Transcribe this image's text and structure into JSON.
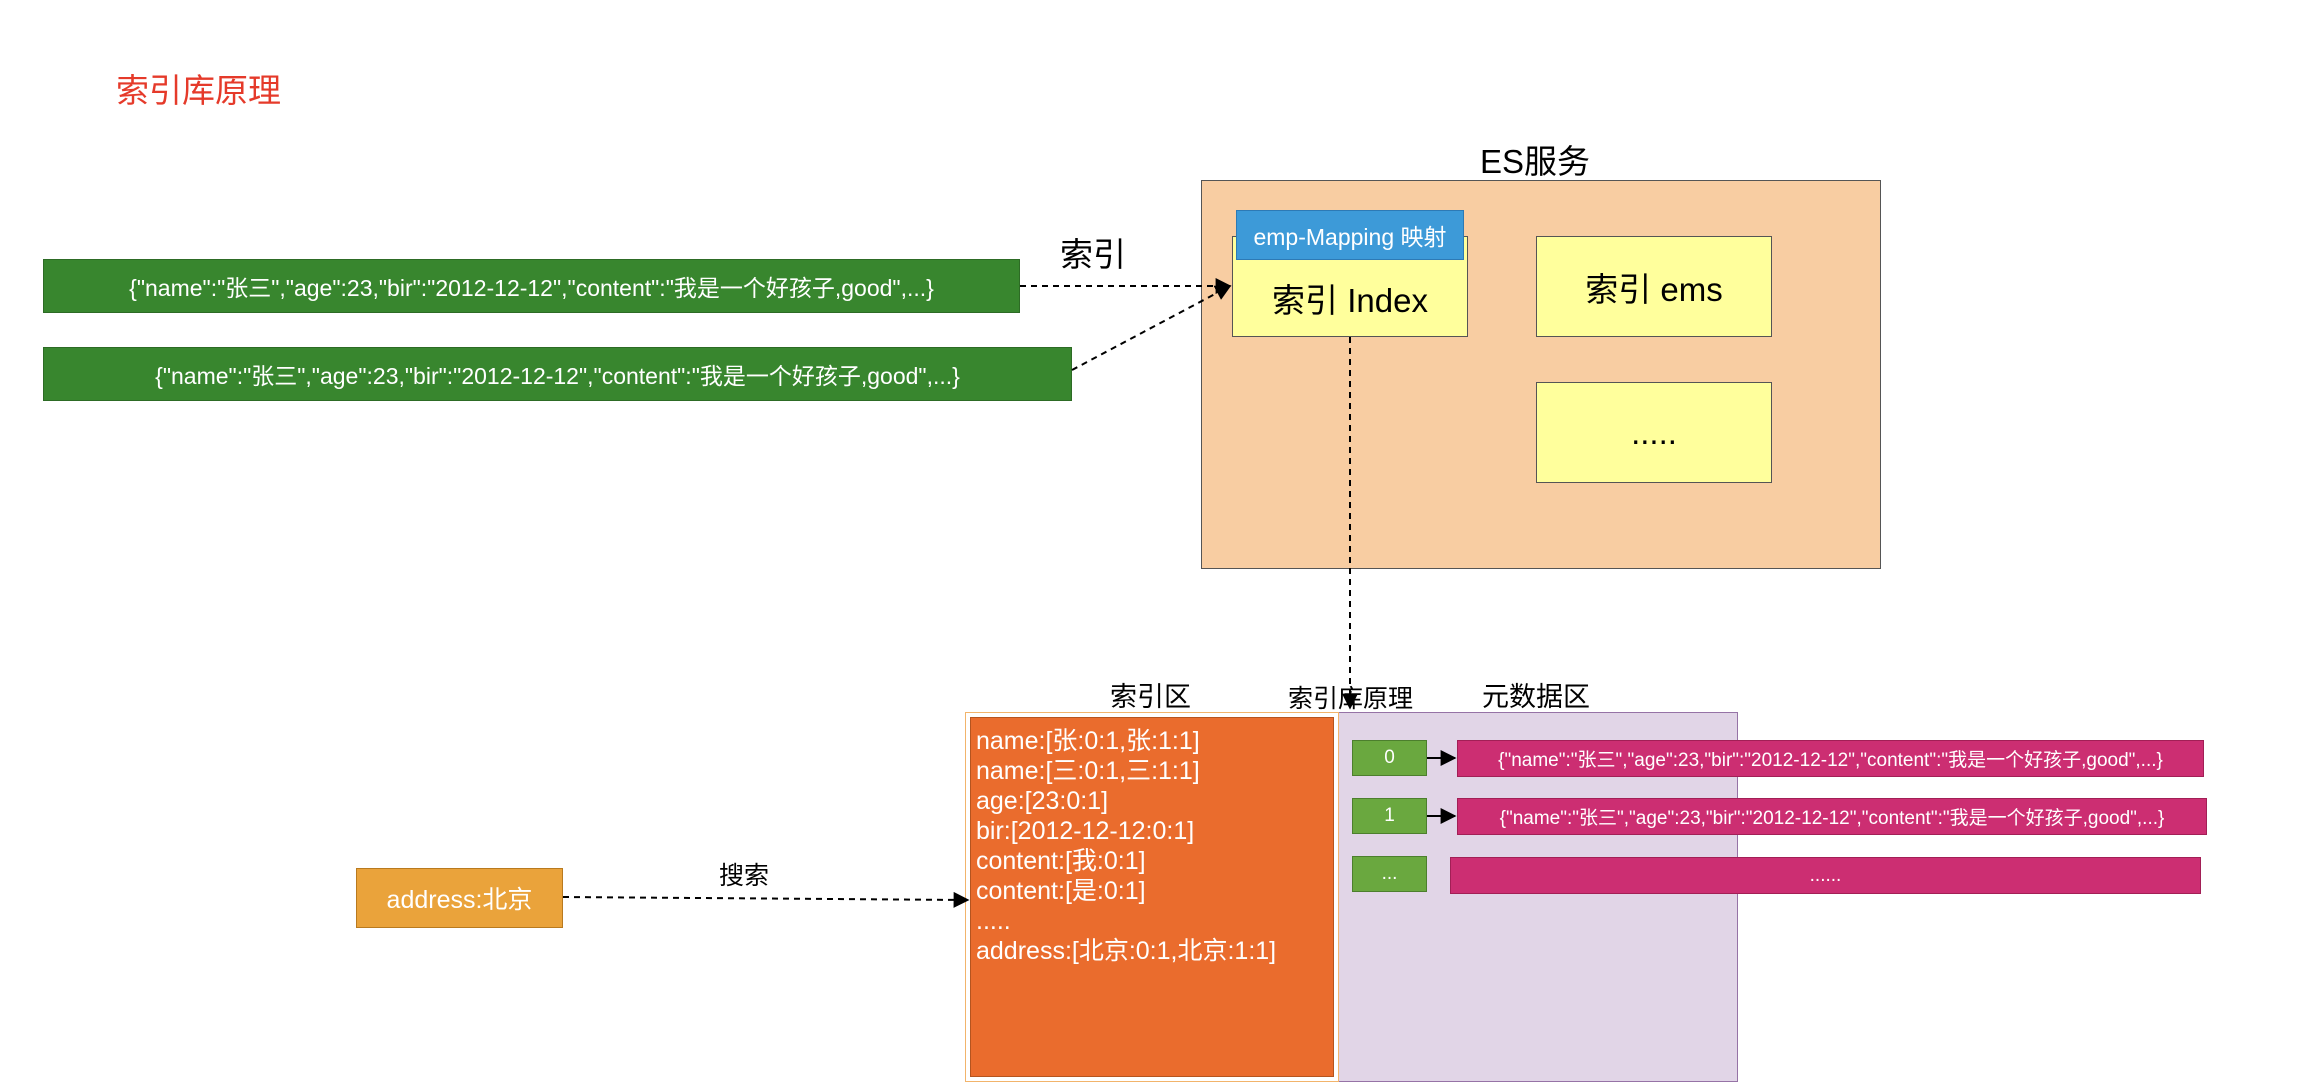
{
  "title": "索引库原理",
  "documents": [
    "{\"name\":\"张三\",\"age\":23,\"bir\":\"2012-12-12\",\"content\":\"我是一个好孩子,good\",...}",
    "{\"name\":\"张三\",\"age\":23,\"bir\":\"2012-12-12\",\"content\":\"我是一个好孩子,good\",...}"
  ],
  "index_arrow_label": "索引",
  "es_service": {
    "label": "ES服务",
    "mapping_label": "emp-Mapping 映射",
    "indexes": [
      "索引 Index",
      "索引 ems",
      "....."
    ]
  },
  "index_library": {
    "index_zone_label": "索引区",
    "principle_label": "索引库原理",
    "meta_zone_label": "元数据区",
    "index_entries": [
      "name:[张:0:1,张:1:1]",
      "name:[三:0:1,三:1:1]",
      "age:[23:0:1]",
      "bir:[2012-12-12:0:1]",
      "content:[我:0:1]",
      "content:[是:0:1]",
      ".....",
      "address:[北京:0:1,北京:1:1]"
    ],
    "doc_ids": [
      "0",
      "1",
      "..."
    ],
    "doc_records": [
      "{\"name\":\"张三\",\"age\":23,\"bir\":\"2012-12-12\",\"content\":\"我是一个好孩子,good\",...}",
      "{\"name\":\"张三\",\"age\":23,\"bir\":\"2012-12-12\",\"content\":\"我是一个好孩子,good\",...}",
      "......"
    ]
  },
  "search": {
    "query": "address:北京",
    "arrow_label": "搜索"
  }
}
